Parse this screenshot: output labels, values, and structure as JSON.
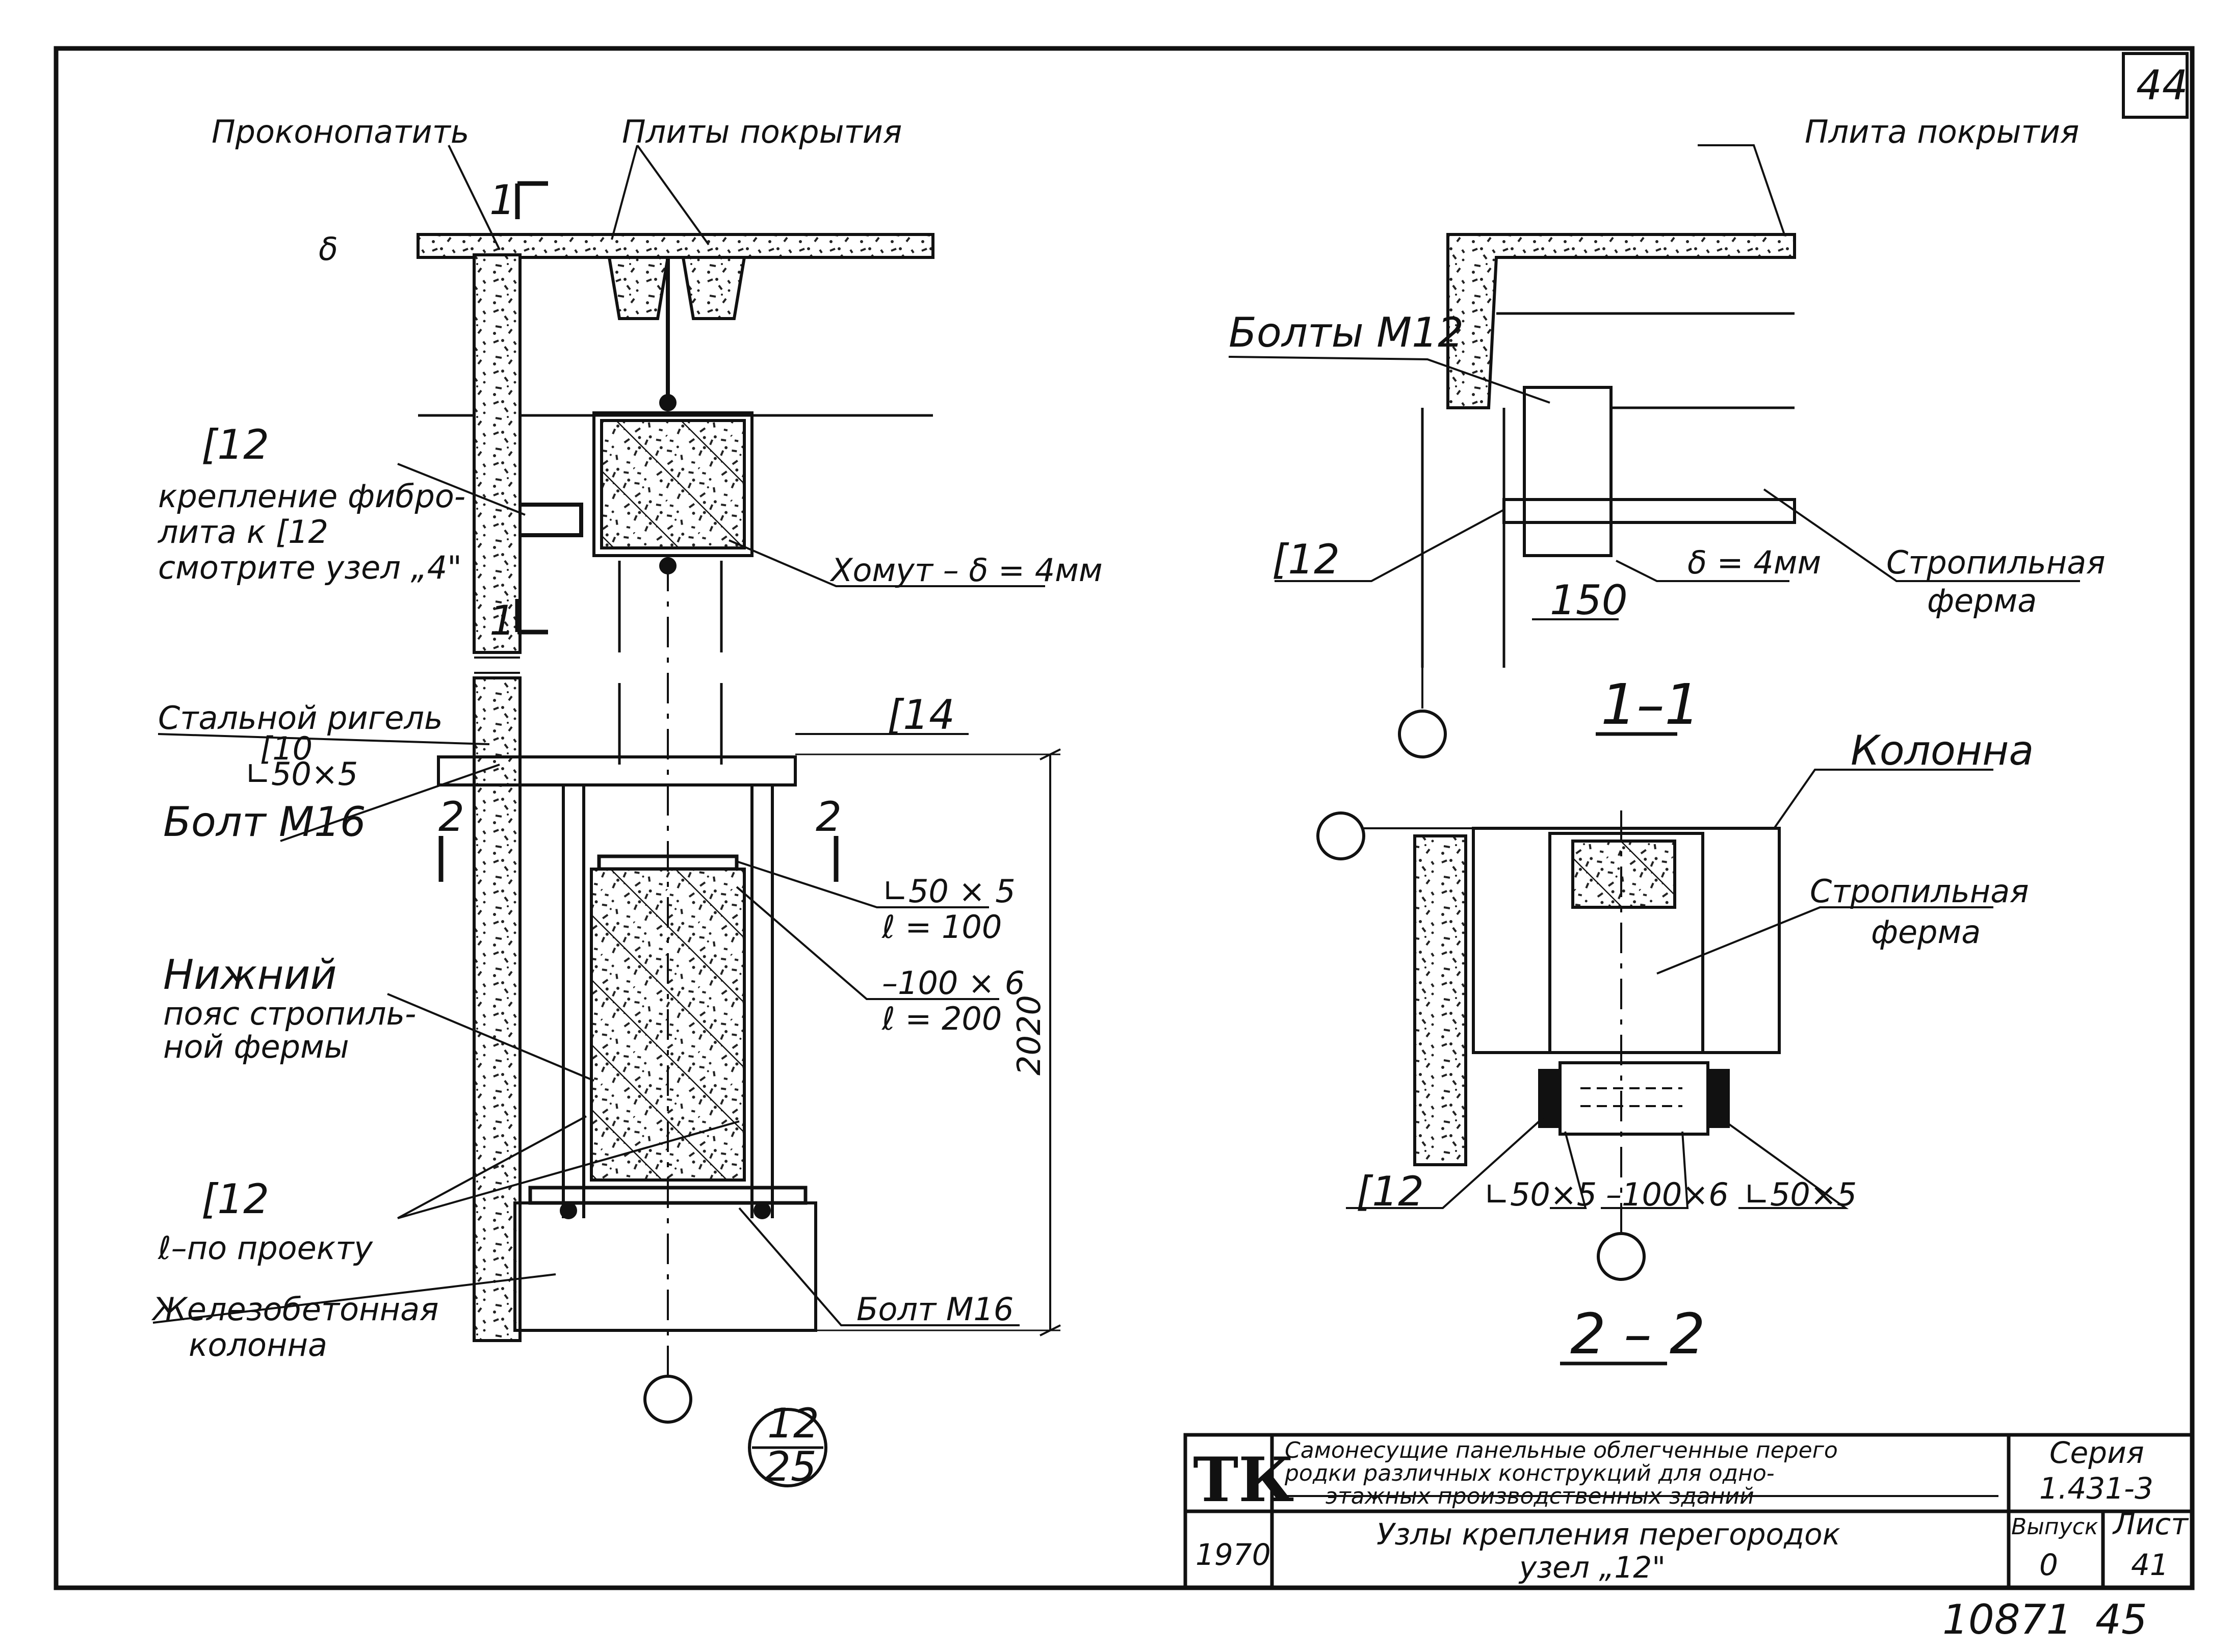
{
  "page": {
    "sheet_corner_number": "44"
  },
  "left_drawing": {
    "labels": {
      "caulk": "Проконопатить",
      "roof_slabs": "Плиты покрытия",
      "channel_c12_top": "[12",
      "fibrolite_fixing_1": "крепление фибро-",
      "fibrolite_fixing_2": "лита к [12",
      "fibrolite_fixing_3": "смотрите узел „4\"",
      "clamp": "Хомут – δ = 4мм",
      "steel_girder": "Стальной ригель",
      "girder_profile_1": "[10",
      "girder_profile_2": "∟50×5",
      "channel_c14": "[14",
      "bolt_m16_top": "Болт М16",
      "angle_50x5": "∟50 × 5",
      "angle_len": "ℓ = 100",
      "plate_100x6": "–100 × 6",
      "plate_len": "ℓ = 200",
      "lower_chord_1": "Нижний",
      "lower_chord_2": "пояс стропиль-",
      "lower_chord_3": "ной фермы",
      "channel_c12_bottom": "[12",
      "by_project": "ℓ–по проекту",
      "rc_column_1": "Железобетонная",
      "rc_column_2": "колонна",
      "bolt_m16_bottom": "Болт М16",
      "dim_2020": "2020",
      "section_mark_1": "1",
      "section_mark_2": "2",
      "break_mark": "2",
      "delta": "δ"
    },
    "node_ref": {
      "top": "12",
      "bottom": "25"
    }
  },
  "section_1_1": {
    "title": "1–1",
    "labels": {
      "roof_slab": "Плита покрытия",
      "bolts_m12": "Болты М12",
      "channel_c12": "[12",
      "delta": "δ = 4мм",
      "dim_150": "150",
      "truss_1": "Стропильная",
      "truss_2": "ферма"
    }
  },
  "section_2_2": {
    "title": "2 – 2",
    "labels": {
      "column": "Колонна",
      "truss_1": "Стропильная",
      "truss_2": "ферма",
      "channel_c12": "[12",
      "angle_left": "∟50×5",
      "plate": "–100×6",
      "angle_right": "∟50×5"
    }
  },
  "title_block": {
    "logo": "ТК",
    "year": "1970",
    "description_line_1": "Самонесущие панельные облегченные перего",
    "description_line_2": "родки различных конструкций для одно-",
    "description_line_3": "этажных производственных зданий",
    "series_label": "Серия",
    "series_value": "1.431-3",
    "drawing_title_1": "Узлы крепления перегородок",
    "drawing_title_2": "узел „12\"",
    "issue_label": "Выпуск",
    "issue_value": "0",
    "sheet_label": "Лист",
    "sheet_value": "41"
  },
  "footer": {
    "inventory_number": "10871",
    "page_number": "45"
  }
}
